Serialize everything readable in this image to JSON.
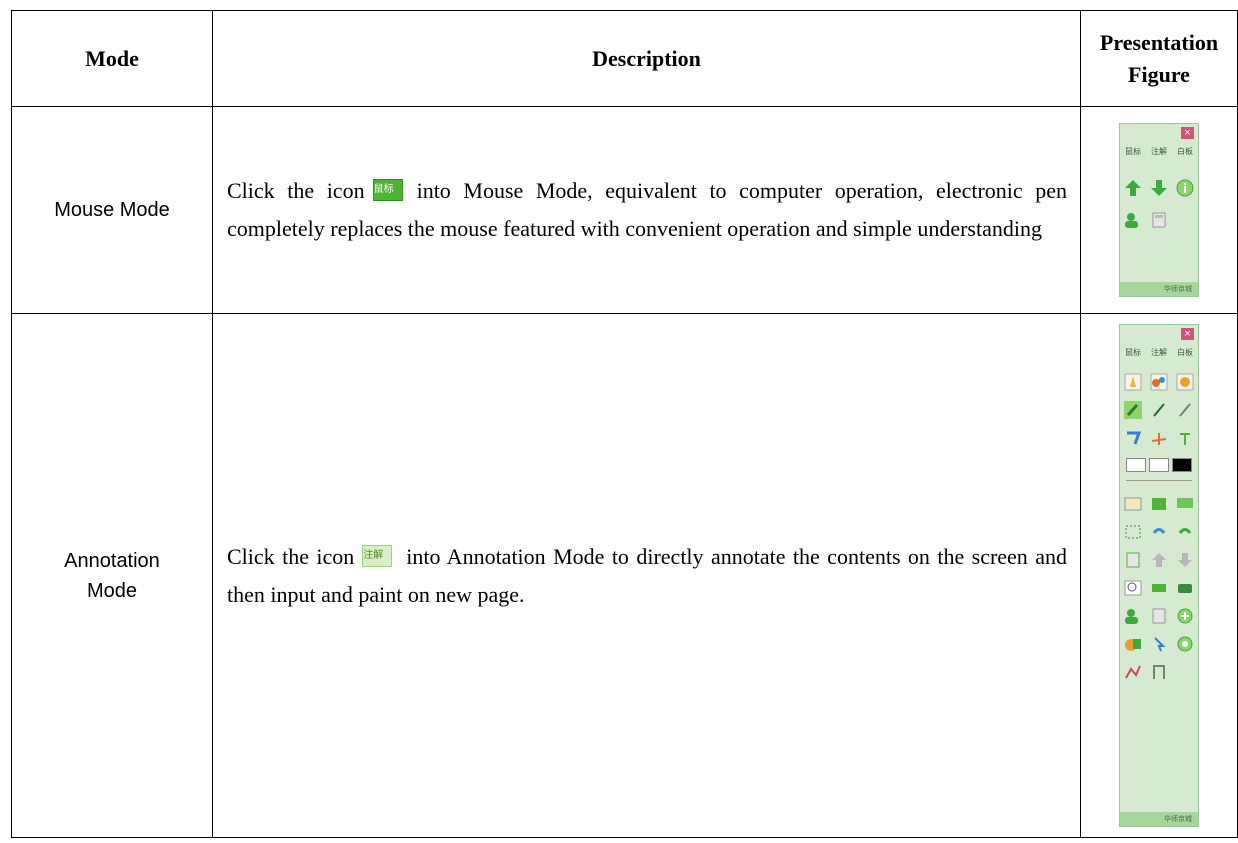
{
  "header": {
    "mode": "Mode",
    "description": "Description",
    "figure_line1": "Presentation",
    "figure_line2": "Figure"
  },
  "rows": [
    {
      "mode": "Mouse Mode",
      "desc_before": "Click the icon",
      "icon_label": "鼠标",
      "desc_after": "into Mouse Mode, equivalent to computer operation, electronic pen completely replaces the mouse featured with convenient operation and simple understanding"
    },
    {
      "mode_line1": "Annotation",
      "mode_line2": "Mode",
      "desc_before": "Click the icon",
      "icon_label": "注解",
      "desc_after": "into Annotation Mode to directly annotate the contents on the screen and then input and paint on new page."
    }
  ],
  "panel": {
    "close": "×",
    "tabs": [
      "鼠标",
      "注解",
      "白板"
    ],
    "footer": "华师京城"
  },
  "colors": {
    "panel_bg": "#d5ead0",
    "accent_green": "#4fb338",
    "close_red": "#d1537a"
  }
}
